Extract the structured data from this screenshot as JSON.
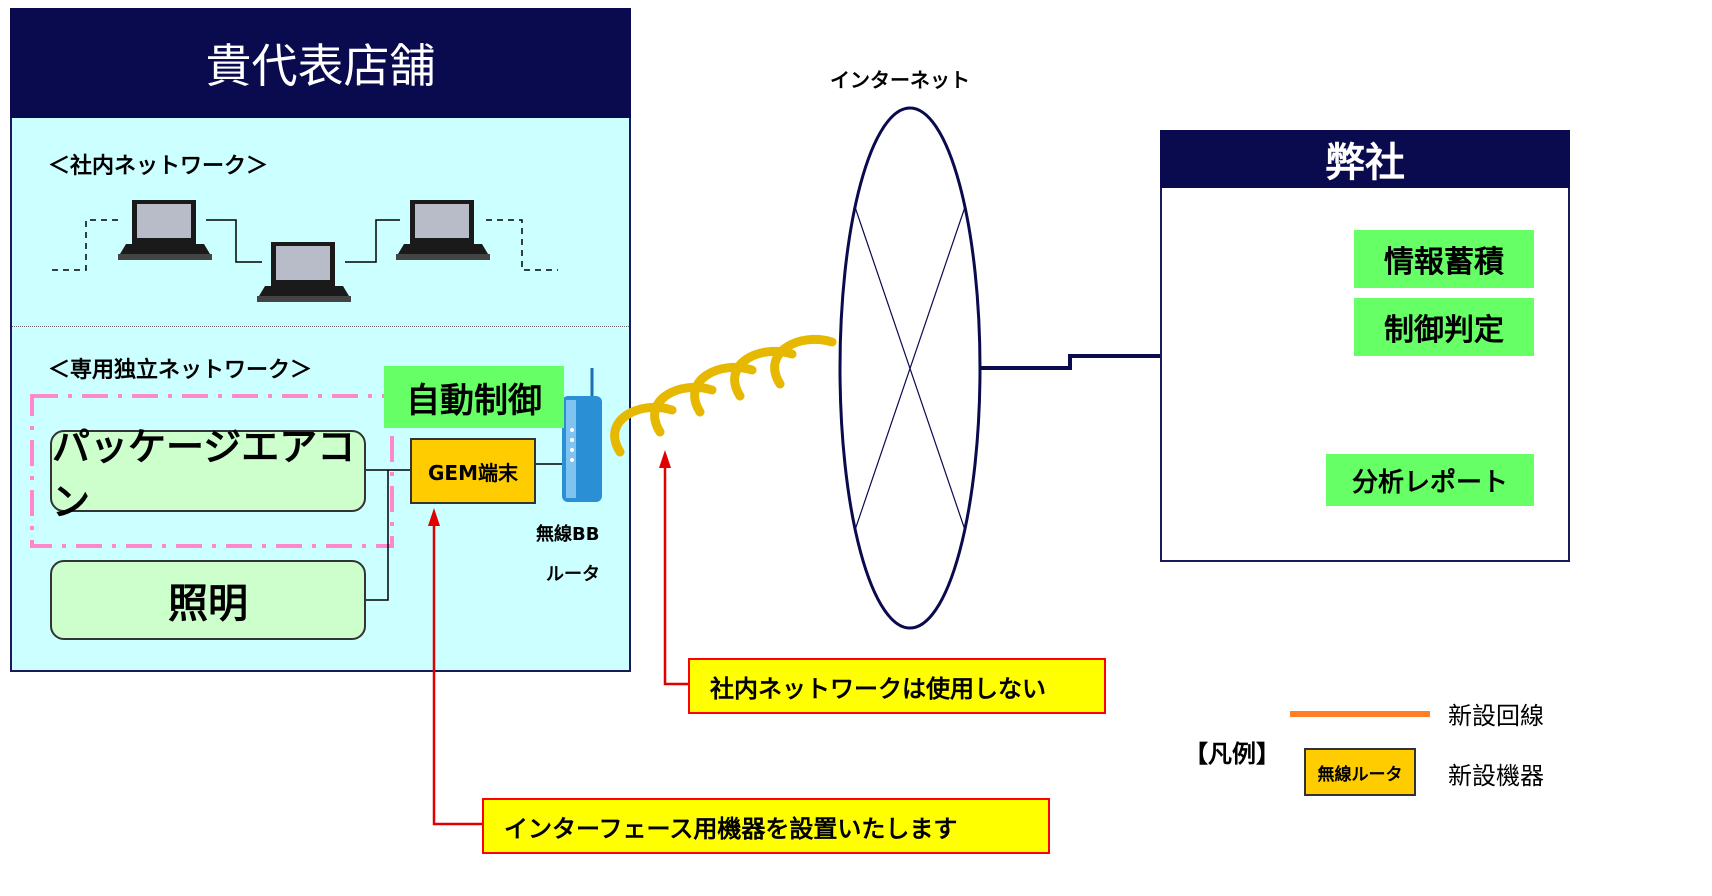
{
  "store": {
    "title": "貴代表店舗",
    "internal_network_label": "＜社内ネットワーク＞",
    "dedicated_network_label": "＜専用独立ネットワーク＞",
    "auto_control": "自動制御",
    "aircon": "パッケージエアコン",
    "lighting": "照明",
    "gem_terminal": "GEM端末",
    "router_label_1": "無線BB",
    "router_label_2": "ルータ"
  },
  "internet": {
    "label": "インターネット"
  },
  "company": {
    "title": "弊社",
    "info_storage": "情報蓄積",
    "control_decision": "制御判定",
    "analysis_report": "分析レポート"
  },
  "callouts": {
    "no_internal_network": "社内ネットワークは使用しない",
    "install_interface": "インターフェース用機器を設置いたします"
  },
  "legend": {
    "title": "【凡例】",
    "new_line": "新設回線",
    "new_device_sample": "無線ルータ",
    "new_device": "新設機器"
  },
  "colors": {
    "navy": "#0a0a4e",
    "store_bg": "#ccffff",
    "device_green": "#ccffcc",
    "label_green": "#66ff66",
    "orange": "#ffcc00",
    "callout_yellow": "#ffff00",
    "callout_border": "#ff0000",
    "new_line_orange": "#ff7f27",
    "wireless_wave": "#e6b800"
  }
}
